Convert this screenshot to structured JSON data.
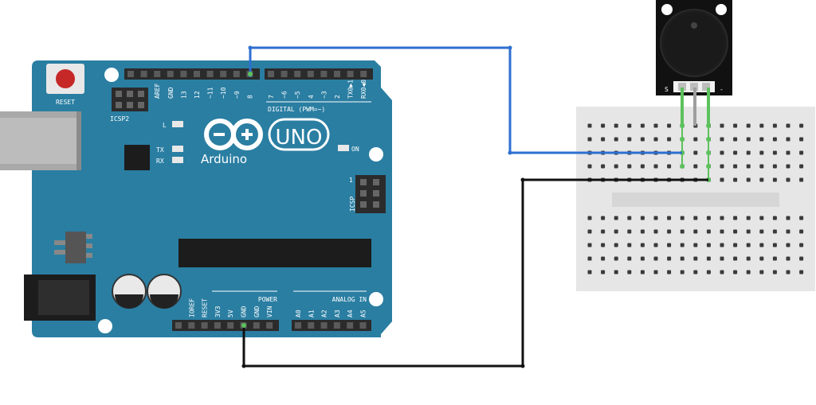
{
  "colors": {
    "board": "#2a7ea2",
    "board_dark": "#1e6f94",
    "header": "#2b2b2b",
    "breadboard": "#e6e6e6",
    "wire_signal": "#2d6fd0",
    "wire_ground": "#111111",
    "module": "#111111",
    "led_green": "#5cc25c"
  },
  "board": {
    "brand": "Arduino",
    "model": "UNO",
    "reset_label": "RESET",
    "icsp2_label": "ICSP2",
    "icsp_label": "ICSP",
    "icsp_pin1": "1",
    "led_l": "L",
    "led_tx": "TX",
    "led_rx": "RX",
    "on_label": "ON",
    "digital_label": "DIGITAL (PWM=~)",
    "power_label": "POWER",
    "analog_label": "ANALOG IN",
    "top_pins": [
      "AREF",
      "GND",
      "13",
      "12",
      "~11",
      "~10",
      "~9",
      "8",
      "7",
      "~6",
      "~5",
      "4",
      "~3",
      "2",
      "TX0▶1",
      "RX0◀0"
    ],
    "power_pins": [
      "IOREF",
      "RESET",
      "3V3",
      "5V",
      "GND",
      "GND",
      "VIN"
    ],
    "analog_pins": [
      "A0",
      "A1",
      "A2",
      "A3",
      "A4",
      "A5"
    ]
  },
  "module": {
    "pin_s": "S",
    "pin_minus": "-"
  }
}
